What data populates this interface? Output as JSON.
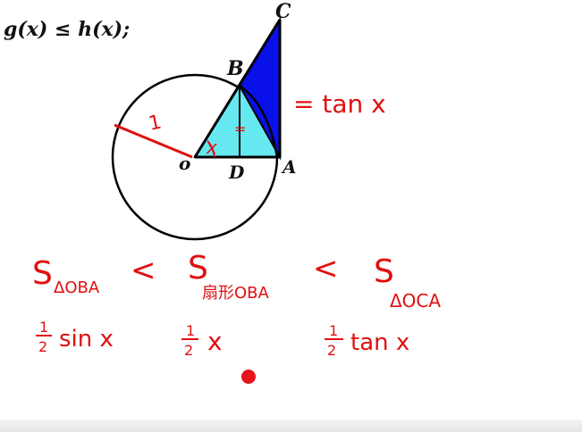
{
  "header": {
    "g_x": "g(x)",
    "leq": " ≤ ",
    "h_x": "h(x);"
  },
  "figure": {
    "label_C": "C",
    "label_B": "B",
    "label_O": "o",
    "label_D": "D",
    "label_A": "A",
    "label_angle_x": "x",
    "label_radius": "1",
    "label_tan": "= tan x",
    "label_eq_small": "=",
    "colors": {
      "triangle_OBA": "#66e8f0",
      "triangle_BCA": "#0a10e8",
      "stroke": "#000000",
      "ink": "#e01010"
    }
  },
  "handwriting": {
    "s_triangle_oba": "S",
    "s_triangle_oba_sub": "ΔOBA",
    "less_1": "<",
    "s_sector": "S",
    "s_sector_sub": "扇形OBA",
    "less_2": "<",
    "s_triangle_oca": "S",
    "s_triangle_oca_sub": "ΔOCA",
    "half_sin_num": "1",
    "half_sin_den": "2",
    "half_sin_fn": "sin x",
    "half_x_num": "1",
    "half_x_den": "2",
    "half_x_var": "x",
    "half_tan_num": "1",
    "half_tan_den": "2",
    "half_tan_fn": "tan x"
  }
}
